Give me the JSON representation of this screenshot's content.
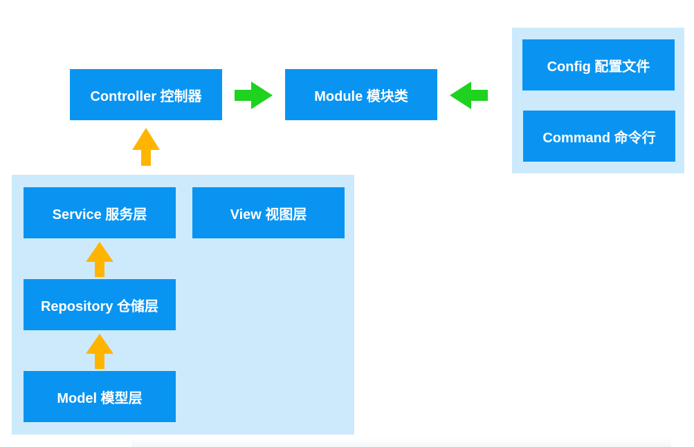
{
  "colors": {
    "node_fill": "#0a94f1",
    "node_text": "#ffffff",
    "group_fill": "#cdeafd",
    "arrow_green": "#1fd21f",
    "arrow_orange": "#ffb400"
  },
  "nodes": {
    "controller": "Controller 控制器",
    "module": "Module 模块类",
    "config": "Config 配置文件",
    "command": "Command 命令行",
    "service": "Service 服务层",
    "view": "View 视图层",
    "repository": "Repository 仓储层",
    "model": "Model 模型层"
  }
}
